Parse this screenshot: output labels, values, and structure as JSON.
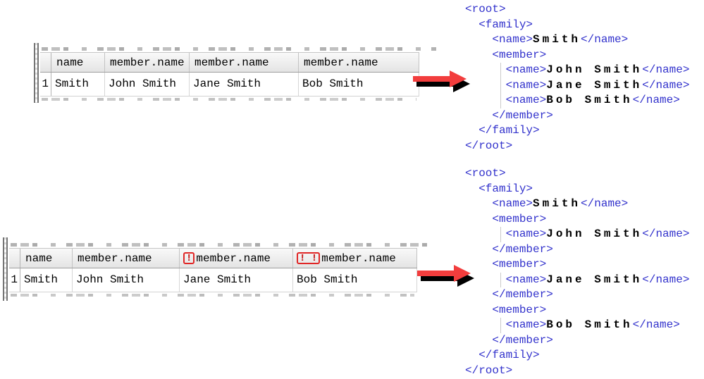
{
  "colors": {
    "xml_tag": "#3232cc",
    "xml_value": "#000000",
    "warning_border": "#e02626",
    "warning_text": "#c41414",
    "arrow_fill": "#f23d3d",
    "arrow_shadow": "#000000",
    "grid_header_bg": "#ececec"
  },
  "icons": {
    "top_arrow": "maps-to-arrow-right",
    "bottom_arrow": "maps-to-arrow-right",
    "duplicate_warning": "exclamation-mark"
  },
  "top_table": {
    "row_header": "1",
    "columns": [
      {
        "label": "name",
        "warning": null
      },
      {
        "label": "member.name",
        "warning": null
      },
      {
        "label": "member.name",
        "warning": null
      },
      {
        "label": "member.name",
        "warning": null
      }
    ],
    "rows": [
      [
        "Smith",
        "John Smith",
        "Jane Smith",
        "Bob Smith"
      ]
    ]
  },
  "bottom_table": {
    "row_header": "1",
    "columns": [
      {
        "label": "name",
        "warning": null
      },
      {
        "label": "member.name",
        "warning": null
      },
      {
        "label": "member.name",
        "warning": "!"
      },
      {
        "label": "member.name",
        "warning": "! !"
      }
    ],
    "rows": [
      [
        "Smith",
        "John Smith",
        "Jane Smith",
        "Bob Smith"
      ]
    ]
  },
  "top_xml": {
    "lines": [
      {
        "indent": 0,
        "guide": false,
        "segments": [
          {
            "type": "tag",
            "text": "<root>"
          }
        ]
      },
      {
        "indent": 2,
        "guide": false,
        "segments": [
          {
            "type": "tag",
            "text": "<family>"
          }
        ]
      },
      {
        "indent": 4,
        "guide": false,
        "segments": [
          {
            "type": "tag",
            "text": "<name>"
          },
          {
            "type": "value",
            "text": "Smith"
          },
          {
            "type": "tag",
            "text": "</name>"
          }
        ]
      },
      {
        "indent": 4,
        "guide": false,
        "segments": [
          {
            "type": "tag",
            "text": "<member>"
          }
        ]
      },
      {
        "indent": 6,
        "guide": true,
        "segments": [
          {
            "type": "tag",
            "text": "<name>"
          },
          {
            "type": "value",
            "text": "John Smith"
          },
          {
            "type": "tag",
            "text": "</name>"
          }
        ]
      },
      {
        "indent": 6,
        "guide": true,
        "segments": [
          {
            "type": "tag",
            "text": "<name>"
          },
          {
            "type": "value",
            "text": "Jane Smith"
          },
          {
            "type": "tag",
            "text": "</name>"
          }
        ]
      },
      {
        "indent": 6,
        "guide": true,
        "segments": [
          {
            "type": "tag",
            "text": "<name>"
          },
          {
            "type": "value",
            "text": "Bob Smith"
          },
          {
            "type": "tag",
            "text": "</name>"
          }
        ]
      },
      {
        "indent": 4,
        "guide": false,
        "segments": [
          {
            "type": "tag",
            "text": "</member>"
          }
        ]
      },
      {
        "indent": 2,
        "guide": false,
        "segments": [
          {
            "type": "tag",
            "text": "</family>"
          }
        ]
      },
      {
        "indent": 0,
        "guide": false,
        "segments": [
          {
            "type": "tag",
            "text": "</root>"
          }
        ]
      }
    ]
  },
  "bottom_xml": {
    "lines": [
      {
        "indent": 0,
        "guide": false,
        "segments": [
          {
            "type": "tag",
            "text": "<root>"
          }
        ]
      },
      {
        "indent": 2,
        "guide": false,
        "segments": [
          {
            "type": "tag",
            "text": "<family>"
          }
        ]
      },
      {
        "indent": 4,
        "guide": false,
        "segments": [
          {
            "type": "tag",
            "text": "<name>"
          },
          {
            "type": "value",
            "text": "Smith"
          },
          {
            "type": "tag",
            "text": "</name>"
          }
        ]
      },
      {
        "indent": 4,
        "guide": false,
        "segments": [
          {
            "type": "tag",
            "text": "<member>"
          }
        ]
      },
      {
        "indent": 6,
        "guide": true,
        "segments": [
          {
            "type": "tag",
            "text": "<name>"
          },
          {
            "type": "value",
            "text": "John Smith"
          },
          {
            "type": "tag",
            "text": "</name>"
          }
        ]
      },
      {
        "indent": 4,
        "guide": false,
        "segments": [
          {
            "type": "tag",
            "text": "</member>"
          }
        ]
      },
      {
        "indent": 4,
        "guide": false,
        "segments": [
          {
            "type": "tag",
            "text": "<member>"
          }
        ]
      },
      {
        "indent": 6,
        "guide": true,
        "segments": [
          {
            "type": "tag",
            "text": "<name>"
          },
          {
            "type": "value",
            "text": "Jane Smith"
          },
          {
            "type": "tag",
            "text": "</name>"
          }
        ]
      },
      {
        "indent": 4,
        "guide": false,
        "segments": [
          {
            "type": "tag",
            "text": "</member>"
          }
        ]
      },
      {
        "indent": 4,
        "guide": false,
        "segments": [
          {
            "type": "tag",
            "text": "<member>"
          }
        ]
      },
      {
        "indent": 6,
        "guide": true,
        "segments": [
          {
            "type": "tag",
            "text": "<name>"
          },
          {
            "type": "value",
            "text": "Bob Smith"
          },
          {
            "type": "tag",
            "text": "</name>"
          }
        ]
      },
      {
        "indent": 4,
        "guide": false,
        "segments": [
          {
            "type": "tag",
            "text": "</member>"
          }
        ]
      },
      {
        "indent": 2,
        "guide": false,
        "segments": [
          {
            "type": "tag",
            "text": "</family>"
          }
        ]
      },
      {
        "indent": 0,
        "guide": false,
        "segments": [
          {
            "type": "tag",
            "text": "</root>"
          }
        ]
      }
    ]
  }
}
